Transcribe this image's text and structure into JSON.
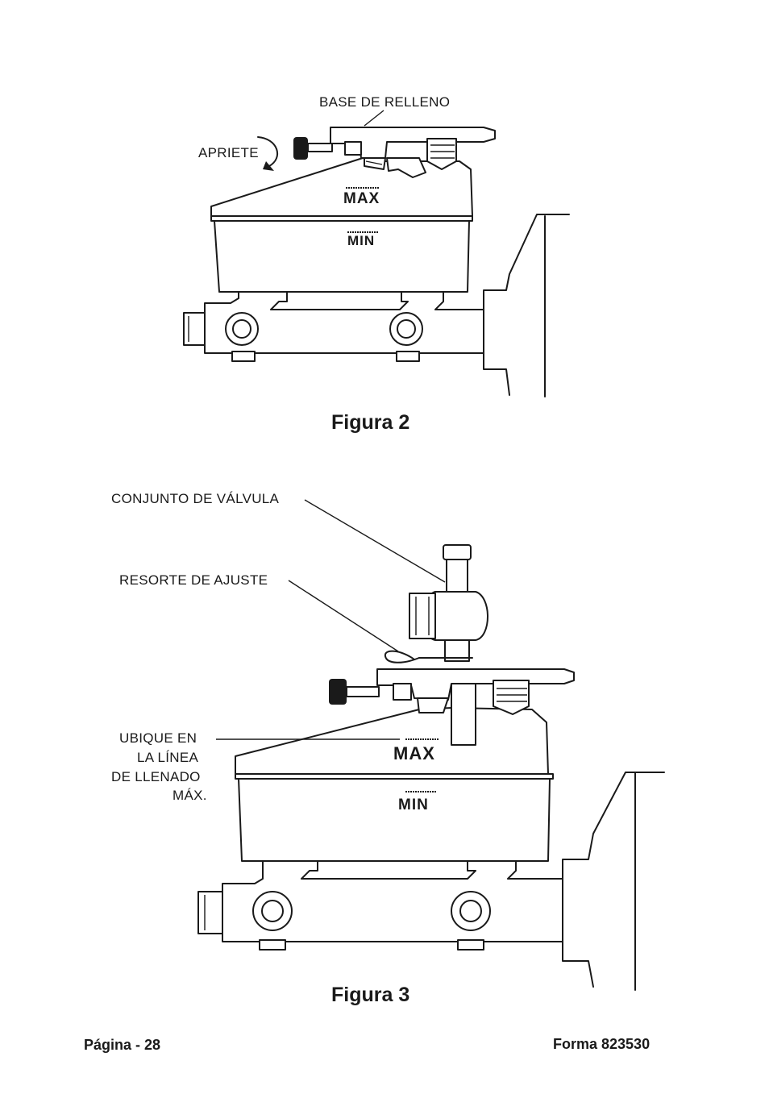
{
  "figure2": {
    "caption": "Figura 2",
    "label_fill_base": "BASE DE RELLENO",
    "label_tighten": "APRIETE",
    "mark_max": "MAX",
    "mark_min": "MIN"
  },
  "figure3": {
    "caption": "Figura 3",
    "label_valve_assembly": "CONJUNTO DE VÁLVULA",
    "label_adjust_spring": "RESORTE DE AJUSTE",
    "label_locate_line1": "UBIQUE EN",
    "label_locate_line2": "LA LÍNEA",
    "label_locate_line3": "DE LLENADO",
    "label_locate_line4": "MÁX.",
    "mark_max": "MAX",
    "mark_min": "MIN"
  },
  "footer": {
    "page_number": "Página - 28",
    "form_number": "Forma 823530"
  }
}
